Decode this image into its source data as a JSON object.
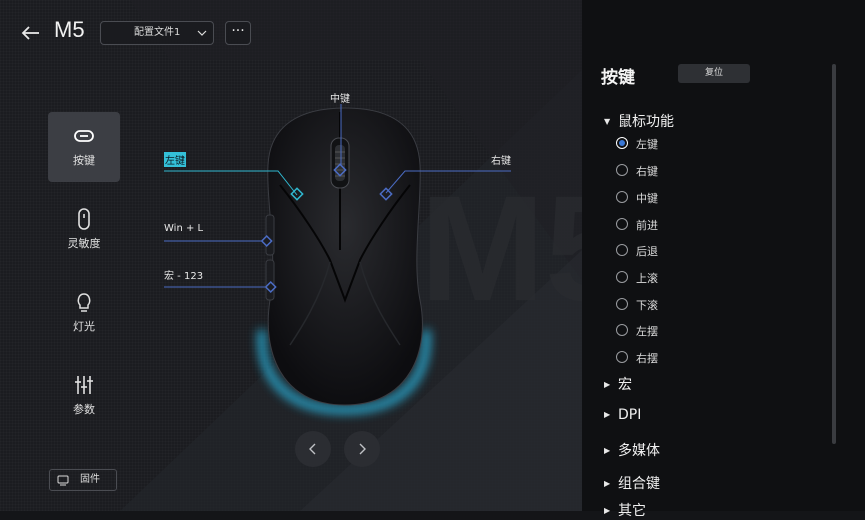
{
  "header": {
    "title": "M5",
    "profile": "配置文件1"
  },
  "nav": {
    "items": [
      {
        "label": "按键",
        "icon": "mouse-icon",
        "active": true
      },
      {
        "label": "灵敏度",
        "icon": "sensitivity-icon",
        "active": false
      },
      {
        "label": "灯光",
        "icon": "lightbulb-icon",
        "active": false
      },
      {
        "label": "参数",
        "icon": "sliders-icon",
        "active": false
      }
    ],
    "firmware": "固件"
  },
  "mouse_view": {
    "watermark": "M5",
    "callouts": {
      "middle": "中键",
      "left": "左键",
      "right": "右键",
      "side1": "Win + L",
      "side2": "宏 - 123"
    }
  },
  "panel": {
    "title": "按键",
    "reset": "复位",
    "groups": [
      {
        "label": "鼠标功能",
        "expanded": true
      },
      {
        "label": "宏",
        "expanded": false
      },
      {
        "label": "DPI",
        "expanded": false
      },
      {
        "label": "多媒体",
        "expanded": false
      },
      {
        "label": "组合键",
        "expanded": false
      },
      {
        "label": "其它",
        "expanded": false
      }
    ],
    "options": [
      "左键",
      "右键",
      "中键",
      "前进",
      "后退",
      "上滚",
      "下滚",
      "左摆",
      "右摆"
    ],
    "selected": "左键"
  },
  "colors": {
    "accent": "#34c0d8",
    "radio_selected": "#3a78d6",
    "panel_bg": "#0f1012"
  }
}
